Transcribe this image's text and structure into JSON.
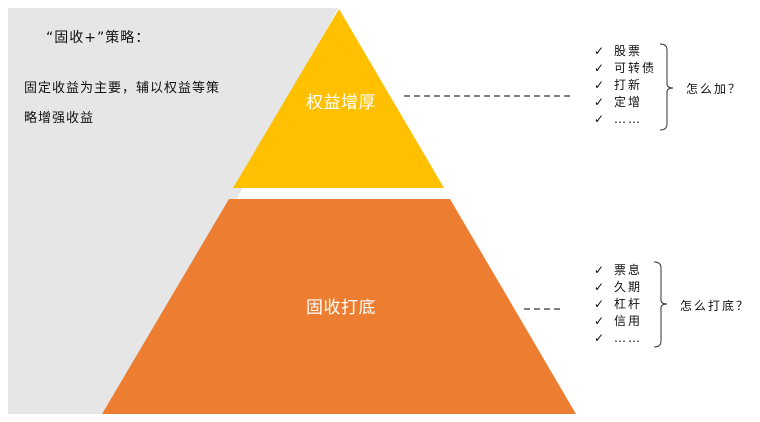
{
  "strategy": {
    "title": "“固收+”策略：",
    "desc_line1": "固定收益为主要，辅以权益等策",
    "desc_line2": "略增强收益"
  },
  "pyramid": {
    "top_label": "权益增厚",
    "bottom_label": "固收打底"
  },
  "top_list": {
    "items": [
      "股票",
      "可转债",
      "打新",
      "定增",
      "……"
    ],
    "question": "怎么加？"
  },
  "bottom_list": {
    "items": [
      "票息",
      "久期",
      "杠杆",
      "信用",
      "……"
    ],
    "question": "怎么打底？"
  },
  "colors": {
    "top_tier": "#FFC000",
    "bottom_tier": "#ED7D31",
    "background_panel": "#E6E6E6"
  }
}
